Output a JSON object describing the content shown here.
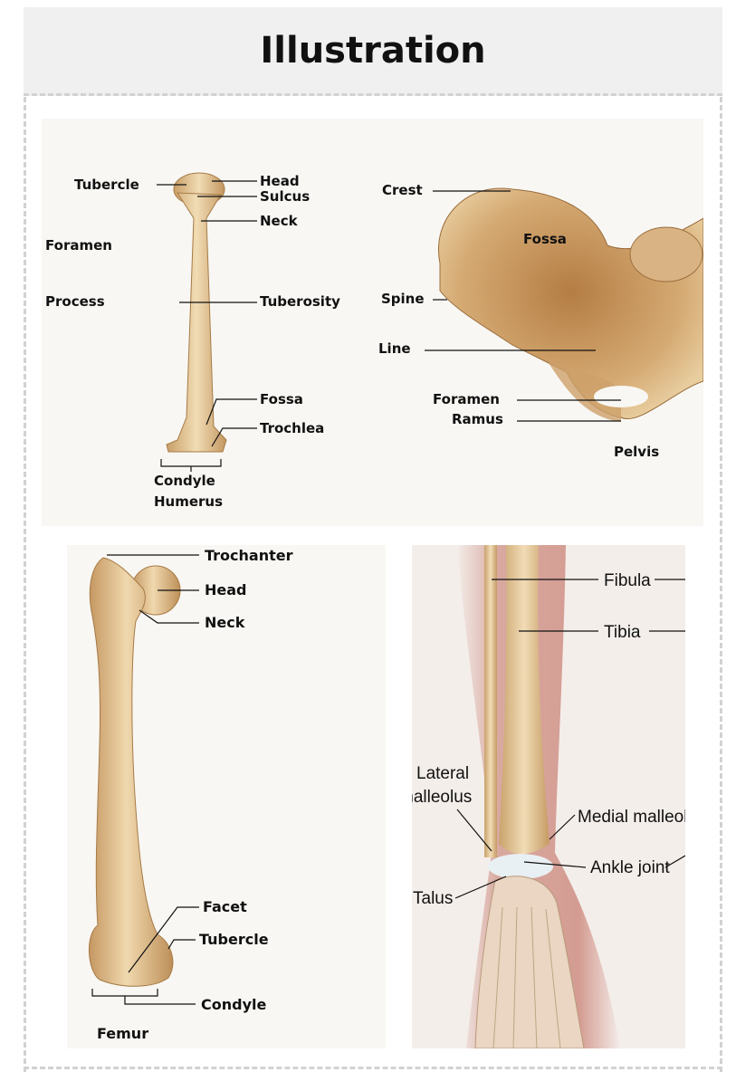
{
  "header": {
    "title": "Illustration"
  },
  "humerus": {
    "caption": "Humerus",
    "labels": {
      "tubercle": "Tubercle",
      "head": "Head",
      "sulcus": "Sulcus",
      "neck": "Neck",
      "foramen": "Foramen",
      "process": "Process",
      "tuberosity": "Tuberosity",
      "fossa": "Fossa",
      "trochlea": "Trochlea",
      "condyle": "Condyle"
    }
  },
  "pelvis": {
    "caption": "Pelvis",
    "labels": {
      "crest": "Crest",
      "fossa": "Fossa",
      "spine": "Spine",
      "line": "Line",
      "foramen": "Foramen",
      "ramus": "Ramus"
    }
  },
  "femur": {
    "caption": "Femur",
    "labels": {
      "trochanter": "Trochanter",
      "head": "Head",
      "neck": "Neck",
      "facet": "Facet",
      "tubercle": "Tubercle",
      "condyle": "Condyle"
    }
  },
  "leg": {
    "labels": {
      "fibula": "Fibula",
      "tibia": "Tibia",
      "lateral_line1": "Lateral",
      "lateral_line2": "malleolus",
      "medial": "Medial malleoli",
      "ankle": "Ankle joint",
      "talus": "Talus"
    }
  },
  "colors": {
    "bone": "#e3c79a",
    "bone_dark": "#b58a55",
    "skin": "#e9c4b8"
  }
}
